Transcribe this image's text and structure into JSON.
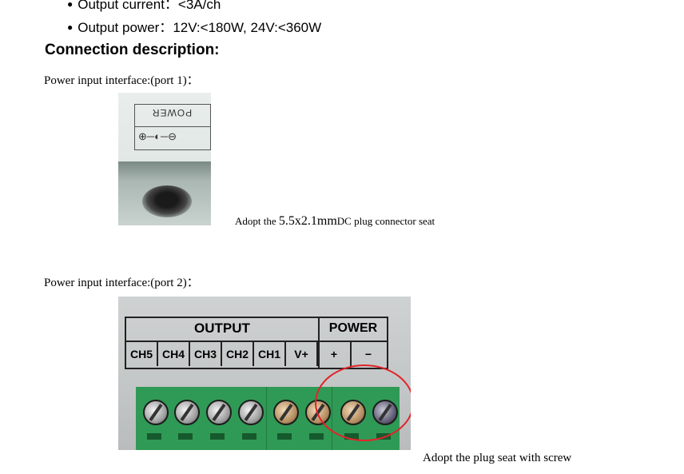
{
  "specs": {
    "current_label": "Output current：",
    "current_value": "<3A/ch",
    "power_label": "Output power：",
    "power_value": "12V:<180W,  24V:<360W"
  },
  "section_title": "Connection description:",
  "port1": {
    "label": "Power input interface:(port 1)：",
    "photo_text": "POWER",
    "photo_polarity": "⊕─◐─⊖",
    "caption_pre": "Adopt the ",
    "caption_size": "5.5x2.1mm",
    "caption_post": "DC plug connector seat"
  },
  "port2": {
    "label": "Power input interface:(port 2)：",
    "output_header": "OUTPUT",
    "power_header": "POWER",
    "channels": [
      "CH5",
      "CH4",
      "CH3",
      "CH2",
      "CH1",
      "V+",
      "+",
      "−"
    ],
    "caption": "Adopt the plug seat with screw"
  }
}
